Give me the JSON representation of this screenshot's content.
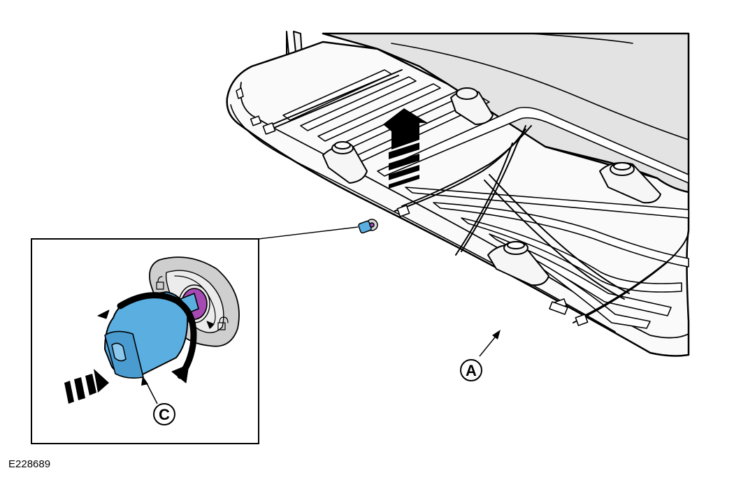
{
  "figure_id": "E228689",
  "callouts": {
    "a": "A",
    "c": "C"
  },
  "colors": {
    "outline": "#000000",
    "lid_fill": "#e3e3e3",
    "box_fill": "#fafafa",
    "lock_blue": "#5aaee0",
    "lock_purple": "#a64ab3",
    "lock_plate": "#cfcfcf"
  }
}
